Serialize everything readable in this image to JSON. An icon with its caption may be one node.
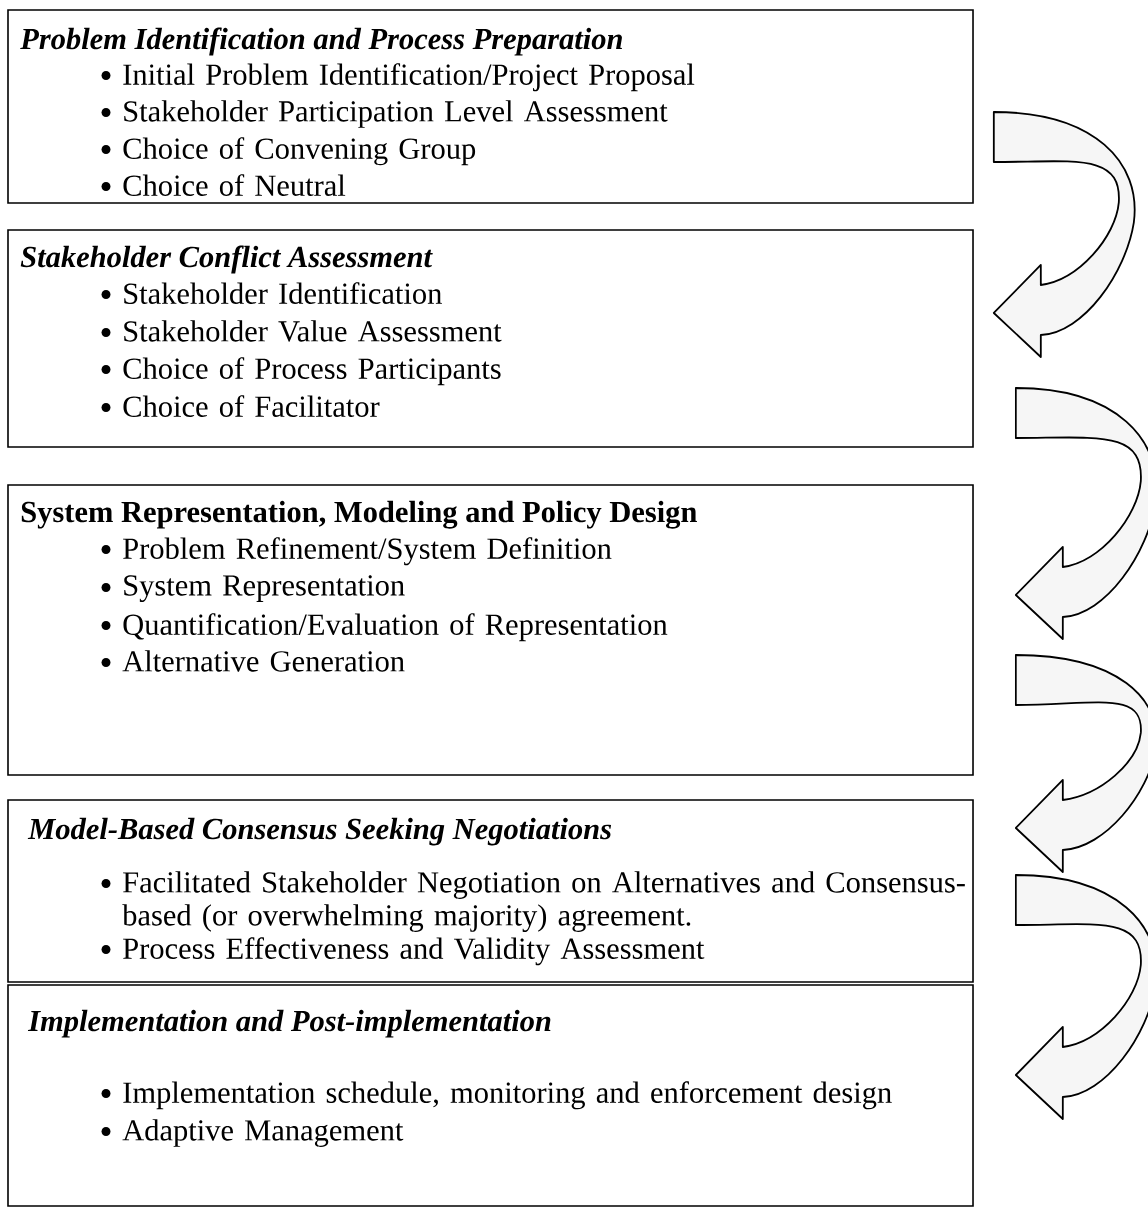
{
  "diagram": {
    "nodes": [
      {
        "text": [
          "Problem Identification and Process Preparation",
          "Initial Problem Identification/Project Proposal",
          "Stakeholder Participation Level Assessment",
          "Choice of Convening Group",
          "Choice of Neutral"
        ]
      },
      {
        "text": [
          "Stakeholder Conflict Assessment",
          "Stakeholder Identification",
          "Stakeholder Value Assessment",
          "Choice of Process Participants",
          "Choice of Facilitator"
        ]
      },
      {
        "text": [
          "System Representation, Modeling and Policy Design",
          "Problem Refinement/System Definition",
          "System Representation",
          "Quantification/Evaluation of Representation",
          "Alternative Generation"
        ]
      },
      {
        "text": [
          "Model-Based Consensus Seeking Negotiations",
          "Facilitated Stakeholder Negotiation on Alternatives and Consensus-based (or overwhelming majority) agreement.",
          "Process Effectiveness and Validity Assessment"
        ]
      },
      {
        "text": [
          "Implementation and Post-implementation",
          "Implementation schedule, monitoring and enforcement design",
          "Adaptive Management"
        ]
      }
    ],
    "edges": [
      {
        "from": 0,
        "to": 1,
        "arrow": "to"
      },
      {
        "from": 1,
        "to": 2,
        "arrow": "to"
      },
      {
        "from": 2,
        "to": 3,
        "arrow": "to"
      },
      {
        "from": 3,
        "to": 4,
        "arrow": "to"
      }
    ]
  }
}
